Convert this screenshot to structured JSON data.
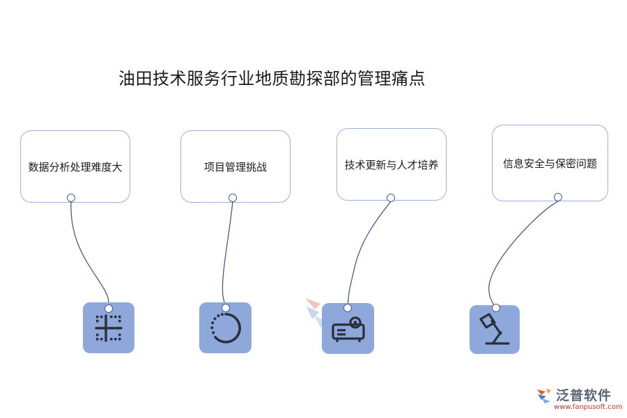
{
  "title": "油田技术服务行业地质勘探部的管理痛点",
  "cards": [
    {
      "label": "数据分析处理难度大",
      "icon": "grid-icon"
    },
    {
      "label": "项目管理挑战",
      "icon": "dashed-circle-icon"
    },
    {
      "label": "技术更新与人才培养",
      "icon": "projector-icon"
    },
    {
      "label": "信息安全与保密问题",
      "icon": "desk-lamp-icon"
    }
  ],
  "colors": {
    "tile": "#8ea8dc",
    "card_border": "#9db0d8",
    "connector": "#4a5a8a",
    "icon": "#2b2f3a"
  },
  "logo": {
    "brand": "泛普软件",
    "url": "www.fanpusoft.com"
  }
}
